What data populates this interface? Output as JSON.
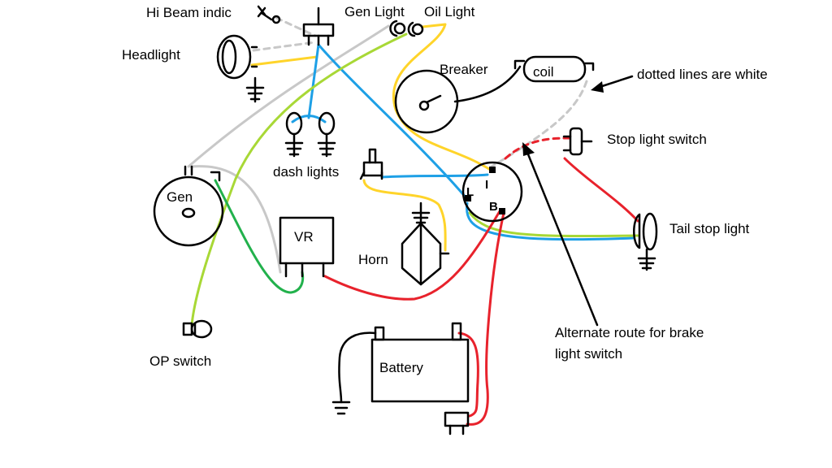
{
  "labels": {
    "hi_beam": "Hi Beam indic",
    "gen_light": "Gen Light",
    "oil_light": "Oil Light",
    "headlight": "Headlight",
    "breaker": "Breaker",
    "coil": "coil",
    "dotted_note": "dotted lines are white",
    "stop_switch": "Stop light switch",
    "dash_lights": "dash lights",
    "gen": "Gen",
    "vr": "VR",
    "horn": "Horn",
    "tail_stop": "Tail stop light",
    "op_switch": "OP switch",
    "battery": "Battery",
    "alt_route_1": "Alternate route for brake",
    "alt_route_2": "light  switch",
    "term_l": "L",
    "term_i": "I",
    "term_b": "B"
  },
  "wire_colors": {
    "white": "#c8c8c8",
    "yellow": "#ffd42a",
    "blue": "#1ea0e6",
    "green": "#a8d836",
    "dark_green": "#22b14c",
    "red": "#e8222c",
    "black": "#000000"
  }
}
